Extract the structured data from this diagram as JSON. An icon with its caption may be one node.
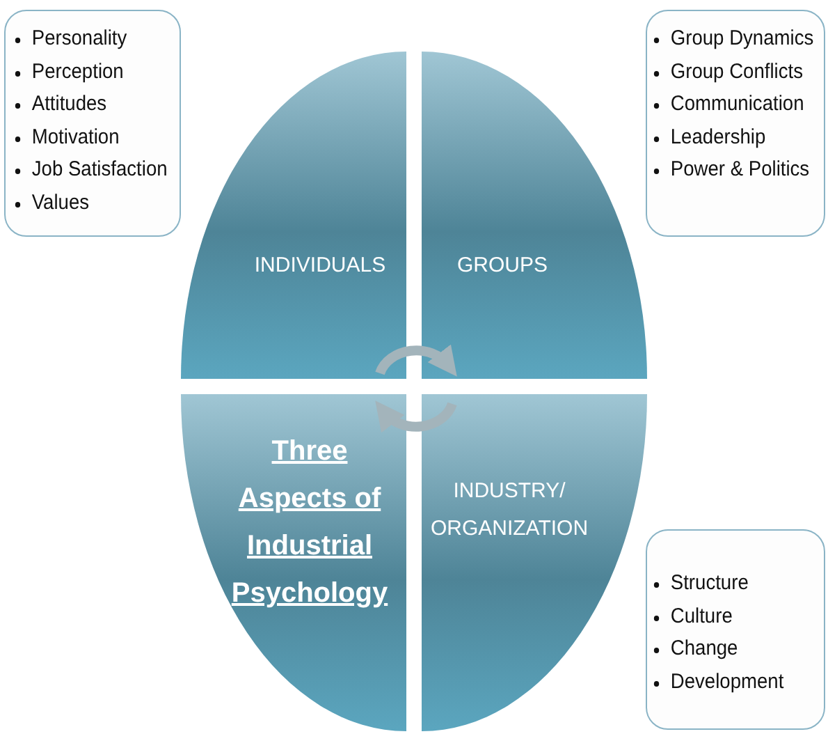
{
  "diagram": {
    "nodes": [
      {
        "text": [
          "Personality",
          "Perception",
          "Attitudes",
          "Motivation",
          "Job Satisfaction",
          "Values"
        ]
      },
      {
        "text": [
          "Group Dynamics",
          "Group Conflicts",
          "Communication",
          "Leadership",
          "Power & Politics"
        ]
      },
      {
        "text": [
          "INDIVIDUALS"
        ]
      },
      {
        "text": [
          "GROUPS"
        ]
      },
      {
        "text": [
          "Three Aspects of Industrial Psychology"
        ]
      },
      {
        "text": [
          "INDUSTRY/ ORGANIZATION"
        ]
      },
      {
        "text": [
          "Structure",
          "Culture",
          "Change",
          "Development"
        ]
      }
    ],
    "edges": [
      {
        "from": 2,
        "to": 3,
        "arrow": "to"
      },
      {
        "from": 5,
        "to": 4,
        "arrow": "to"
      }
    ]
  }
}
